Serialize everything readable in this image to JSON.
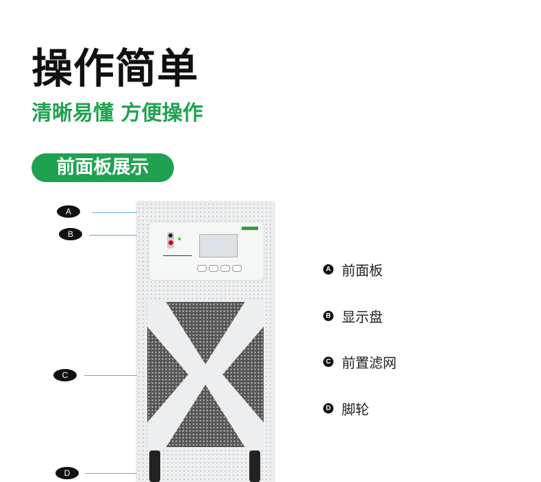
{
  "title": "操作简单",
  "subtitle": "清晰易懂 方便操作",
  "section_pill": "前面板展示",
  "callouts": [
    "A",
    "B",
    "C",
    "D"
  ],
  "legend": [
    {
      "letter": "A",
      "label": "前面板"
    },
    {
      "letter": "B",
      "label": "显示盘"
    },
    {
      "letter": "C",
      "label": "前置滤网"
    },
    {
      "letter": "D",
      "label": "脚轮"
    }
  ],
  "colors": {
    "accent": "#1ea24f",
    "line": "#5aa9d6"
  }
}
